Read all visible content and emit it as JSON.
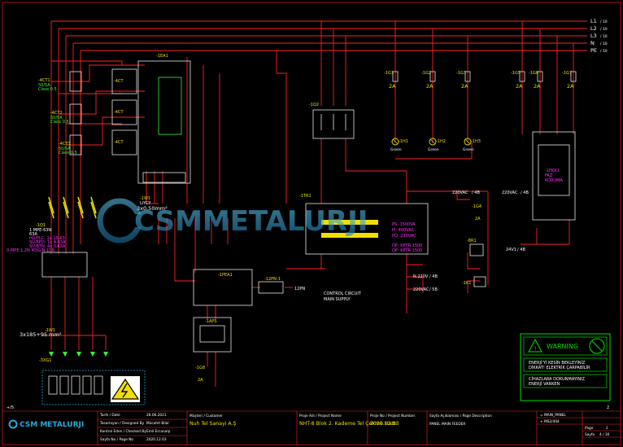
{
  "colors": {
    "background": "#000000",
    "wire": "#ff2020",
    "component": "#e8e8e8",
    "text_yellow": "#f0e000",
    "text_green": "#30ff30",
    "text_magenta": "#ff30ff",
    "text_white": "#ffffff",
    "warning_frame": "#00e000",
    "watermark": "#2aa9d8"
  },
  "watermark": {
    "text": "CSMMETALURJI"
  },
  "buses": [
    {
      "tag": "L1",
      "ref": "/ 10"
    },
    {
      "tag": "L2",
      "ref": "/ 10"
    },
    {
      "tag": "L3",
      "ref": "/ 10"
    },
    {
      "tag": "N",
      "ref": "/ 10"
    },
    {
      "tag": "PE",
      "ref": "/ 10"
    }
  ],
  "current_transformers": [
    {
      "tag": "-4CT1",
      "rating": "50/5A",
      "class": "Class 0.5"
    },
    {
      "tag": "-4CT2",
      "rating": "50/5A",
      "class": "Class 0.5"
    },
    {
      "tag": "-4CT3",
      "rating": "50/5A",
      "class": "Class 0.5"
    }
  ],
  "ct_symbols": [
    "-4CT",
    "-4CT",
    "-4CT"
  ],
  "energy_analyzer": {
    "tag": "-1EA1"
  },
  "main_breaker": {
    "tag": "-1Q1",
    "lines": [
      "1 MPE-63N",
      "63A",
      "HU/FLC: 1x 10-63",
      "SU/RFD: 1x 4-63A",
      "SU/BTN: 4x 0.63A",
      "0-MPE:1.2N M3G/N 1D6"
    ]
  },
  "cable_w1": {
    "tag": "-1W1",
    "type": "LiYCY",
    "size": "3x0,50mm²"
  },
  "cable_w1_main": {
    "tag": "-1W1",
    "size": "3x185+95 mm²"
  },
  "fuses_top": [
    {
      "tag": "-1G1",
      "current": "2A"
    },
    {
      "tag": "-1G2",
      "current": "2A"
    },
    {
      "tag": "-1G3",
      "current": "2A"
    },
    {
      "tag": "-1G5",
      "current": "2A"
    },
    {
      "tag": "-1G6",
      "current": "2A"
    },
    {
      "tag": "-1G7",
      "current": "2A"
    }
  ],
  "lamps": [
    {
      "tag": "-1H1",
      "color": "Green"
    },
    {
      "tag": "-1H2",
      "color": "Green"
    },
    {
      "tag": "-1H3",
      "color": "Green"
    }
  ],
  "q2": {
    "tag": "-1Q2"
  },
  "transformer": {
    "tag": "-1TR1",
    "power": "PS: 1500VA",
    "primary": "PI: 400VAC",
    "secondary": "PO: 230VAC",
    "extra_1": "OP: KPTR 1500",
    "extra_2": "OP: KPTR 1500"
  },
  "control_circuit": {
    "line1": "CONTROL CIRCUIT",
    "line2": "MAIN SUPPLY"
  },
  "voltage_refs": [
    {
      "label": "220VAC",
      "ref": "/ 4B"
    },
    {
      "label": "220VAC",
      "ref": "/ 4B"
    },
    {
      "label": "N.220V",
      "ref": "/ 4B"
    },
    {
      "label": "220VAC",
      "ref": "/ 5B"
    },
    {
      "label": "24V1",
      "ref": "/ 4B"
    }
  ],
  "fuse_g4": {
    "tag": "-1G4",
    "current": "2A"
  },
  "fuse_g8": {
    "tag": "-1G8",
    "current": "2A"
  },
  "relay_br1": {
    "tag": "-8R1"
  },
  "relay_k1": {
    "tag": "-1K1"
  },
  "phase_relay": {
    "tag": "-1FKR1",
    "line1": "FAZ",
    "line2": "KORUMA"
  },
  "pea": {
    "tag": "-1PEA1"
  },
  "pn": {
    "tag": "-12PN-1",
    "label": "12PN"
  },
  "power_supply": {
    "tag": "-1APS"
  },
  "socket": {
    "tag": "-3XG1"
  },
  "page_marks": {
    "left": "+/5",
    "right": "2"
  },
  "warning": {
    "title": "WARNING",
    "lines": [
      "ENERJİ'Yİ KESİN BEKLEYİNİZ",
      "DİKKAT! ELEKTRİK ÇARPABİLİR",
      "CİHAZLARA DOKUNMAYINIZ",
      "ENERJİ VARKEN"
    ]
  },
  "title_block": {
    "logo": "CSM METALURJI",
    "meta": [
      {
        "k": "Tarih / Date",
        "v": "28.06.2021"
      },
      {
        "k": "Tasarlayan / Designed By",
        "v": "Mücahit Bilal"
      },
      {
        "k": "Kontrol Eden / Checked By",
        "v": "Emil Ercanalp"
      },
      {
        "k": "Sayfa No / Page No",
        "v": "2020.12.03"
      }
    ],
    "customer_label": "Müşteri / Customer",
    "customer": "Nuh Tel Sanayi A.Ş",
    "project_label": "Proje Adı / Project Name",
    "project": "NHT-8 Blok 2. Kademe Tel Çekme Hattı",
    "project_no_label": "Proje No / Project Number",
    "project_no": "2020.12.03",
    "page_desc_label": "Sayfa Açıklaması / Page Description",
    "page_desc": "PANEL MAIN FEEDER",
    "right_codes": [
      "= MAIN_PANEL",
      "+ MS2/404"
    ],
    "page_label": "Page",
    "page_of": "Sayfa",
    "page_no": "2",
    "page_total": "4 / 30"
  }
}
